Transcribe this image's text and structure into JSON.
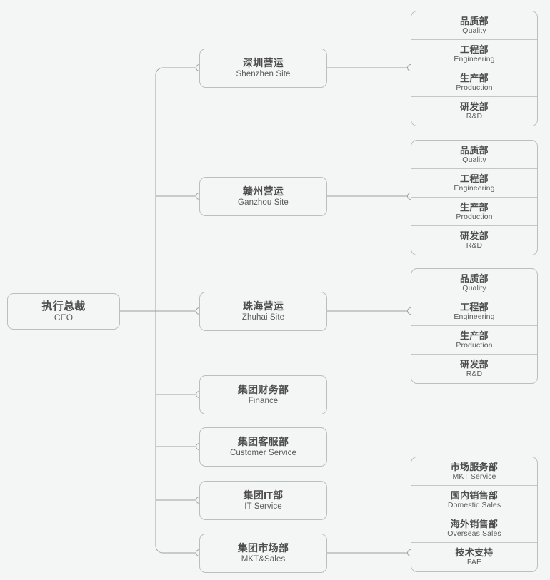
{
  "chart_data": {
    "type": "diagram",
    "title": "Organization Chart",
    "orientation": "left-to-right hierarchy"
  },
  "colors": {
    "background": "#f4f6f5",
    "border": "#b9bfbd",
    "divider": "#c3c8c6",
    "line": "#9aa0a0",
    "text_cn": "#4d4d4d",
    "text_en": "#5a5a5a"
  },
  "root": {
    "cn": "执行总裁",
    "en": "CEO"
  },
  "divisions": [
    {
      "cn": "深圳营运",
      "en": "Shenzhen Site"
    },
    {
      "cn": "赣州营运",
      "en": "Ganzhou Site"
    },
    {
      "cn": "珠海营运",
      "en": "Zhuhai Site"
    },
    {
      "cn": "集团财务部",
      "en": "Finance"
    },
    {
      "cn": "集团客服部",
      "en": "Customer Service"
    },
    {
      "cn": "集团IT部",
      "en": "IT Service"
    },
    {
      "cn": "集团市场部",
      "en": "MKT&Sales"
    }
  ],
  "groups": [
    {
      "owner": "Shenzhen Site",
      "rows": [
        {
          "cn": "品质部",
          "en": "Quality"
        },
        {
          "cn": "工程部",
          "en": "Engineering"
        },
        {
          "cn": "生产部",
          "en": "Production"
        },
        {
          "cn": "研发部",
          "en": "R&D"
        }
      ]
    },
    {
      "owner": "Ganzhou Site",
      "rows": [
        {
          "cn": "品质部",
          "en": "Quality"
        },
        {
          "cn": "工程部",
          "en": "Engineering"
        },
        {
          "cn": "生产部",
          "en": "Production"
        },
        {
          "cn": "研发部",
          "en": "R&D"
        }
      ]
    },
    {
      "owner": "Zhuhai Site",
      "rows": [
        {
          "cn": "品质部",
          "en": "Quality"
        },
        {
          "cn": "工程部",
          "en": "Engineering"
        },
        {
          "cn": "生产部",
          "en": "Production"
        },
        {
          "cn": "研发部",
          "en": "R&D"
        }
      ]
    },
    {
      "owner": "MKT&Sales",
      "rows": [
        {
          "cn": "市场服务部",
          "en": "MKT Service"
        },
        {
          "cn": "国内销售部",
          "en": "Domestic Sales"
        },
        {
          "cn": "海外销售部",
          "en": "Overseas Sales"
        },
        {
          "cn": "技术支持",
          "en": "FAE"
        }
      ]
    }
  ]
}
